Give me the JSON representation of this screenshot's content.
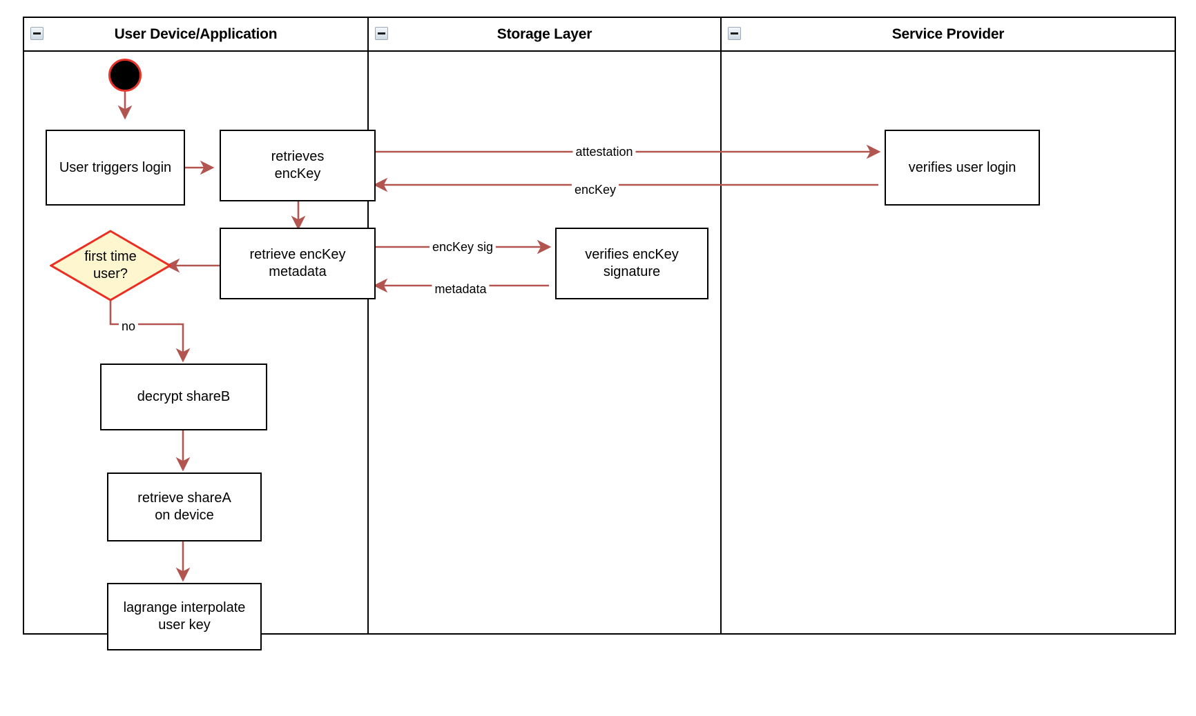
{
  "diagram": {
    "type": "swimlane-activity-diagram",
    "accent_edge_color": "#b25450",
    "decision_fill": "#fdf6ce",
    "decision_stroke": "#ec2d22",
    "node_stroke": "#000000",
    "start_ring_color": "#e8332a"
  },
  "lanes": [
    {
      "id": "lane-user-device",
      "title": "User Device/Application",
      "collapse_icon": "collapse-minus-icon"
    },
    {
      "id": "lane-storage-layer",
      "title": "Storage Layer",
      "collapse_icon": "collapse-minus-icon"
    },
    {
      "id": "lane-service-provider",
      "title": "Service Provider",
      "collapse_icon": "collapse-minus-icon"
    }
  ],
  "nodes": {
    "start": {
      "label": "",
      "shape": "start-circle"
    },
    "user_triggers_login": {
      "label": "User triggers login",
      "shape": "rectangle"
    },
    "retrieves_enckey": {
      "label": "retrieves\nencKey",
      "shape": "rectangle"
    },
    "retrieve_enckey_metadata": {
      "label": "retrieve encKey\nmetadata",
      "shape": "rectangle"
    },
    "first_time_user": {
      "label": "first time\nuser?",
      "shape": "diamond"
    },
    "decrypt_shareb": {
      "label": "decrypt shareB",
      "shape": "rectangle"
    },
    "retrieve_sharea_on_device": {
      "label": "retrieve shareA\non device",
      "shape": "rectangle"
    },
    "lagrange_interpolate_user_key": {
      "label": "lagrange interpolate\nuser key",
      "shape": "rectangle"
    },
    "verifies_enckey_signature": {
      "label": "verifies encKey\nsignature",
      "shape": "rectangle"
    },
    "verifies_user_login": {
      "label": "verifies user login",
      "shape": "rectangle"
    }
  },
  "edge_labels": {
    "attestation": "attestation",
    "enckey": "encKey",
    "enckey_sig": "encKey sig",
    "metadata": "metadata",
    "no": "no"
  }
}
